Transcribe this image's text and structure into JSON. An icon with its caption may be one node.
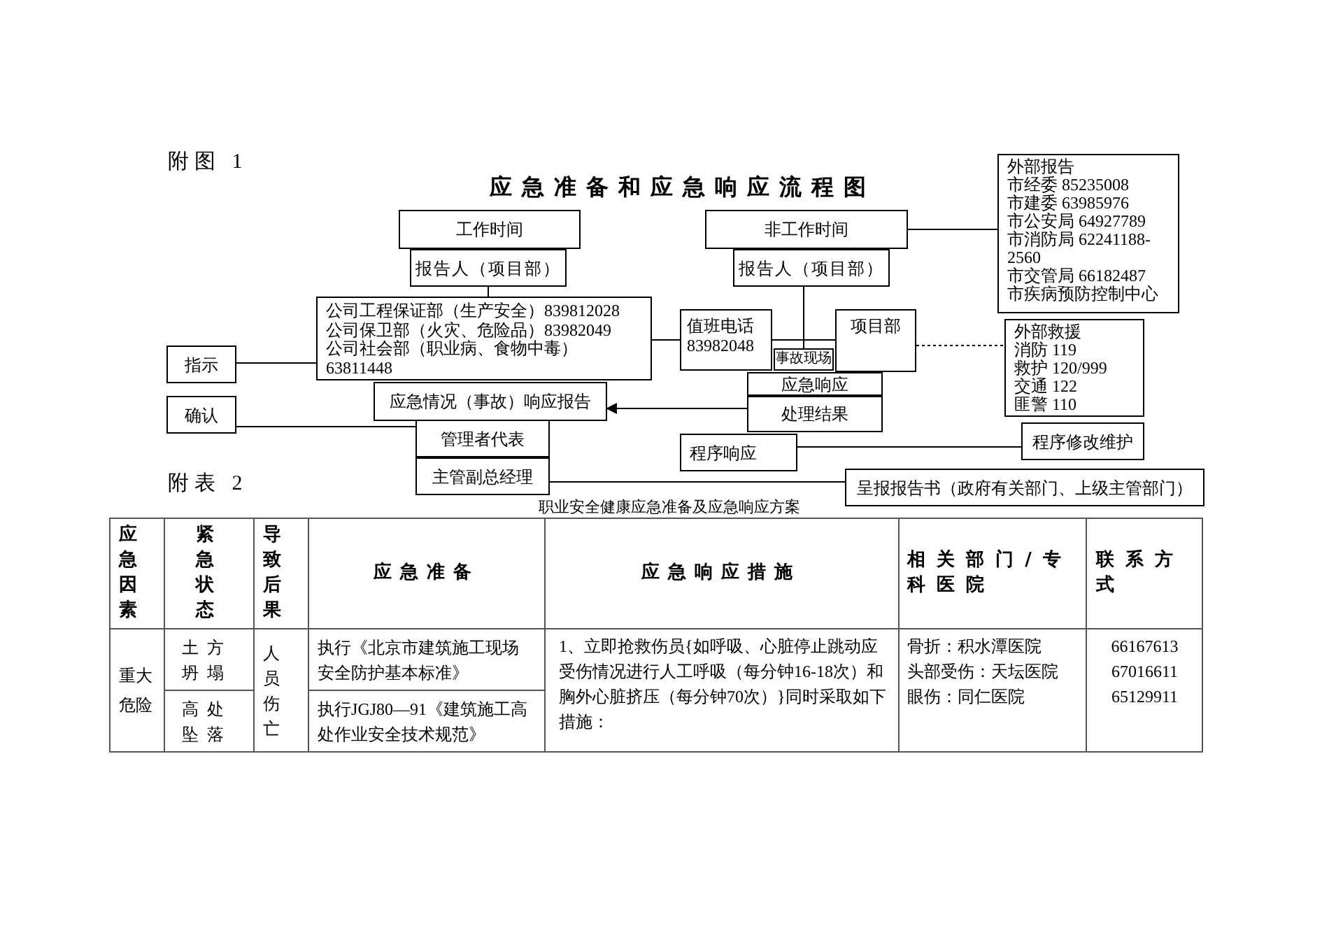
{
  "diagram": {
    "title": "应急准备和应急响应流程图",
    "nodes": [
      {
        "text": [
          "工作时间"
        ]
      },
      {
        "text": [
          "报告人（项目部）"
        ]
      },
      {
        "text": [
          "非工作时间"
        ]
      },
      {
        "text": [
          "报告人（项目部）"
        ]
      },
      {
        "text": [
          "外部报告",
          "市经委 85235008",
          "市建委 63985976",
          "市公安局 64927789",
          "市消防局 62241188-2560",
          "市交管局 66182487",
          "市疾病预防控制中心"
        ]
      },
      {
        "text": [
          "公司工程保证部（生产安全）839812028",
          "公司保卫部（火灾、危险品）83982049",
          "公司社会部（职业病、食物中毒）63811448"
        ]
      },
      {
        "text": [
          "值班电话 83982048"
        ]
      },
      {
        "text": [
          "项目部"
        ]
      },
      {
        "text": [
          "指示"
        ]
      },
      {
        "text": [
          "事故现场"
        ]
      },
      {
        "text": [
          "外部救援",
          "消防 119",
          "救护 120/999",
          "交通 122",
          "匪警 110"
        ]
      },
      {
        "text": [
          "确认"
        ]
      },
      {
        "text": [
          "应急情况（事故）响应报告"
        ]
      },
      {
        "text": [
          "应急响应"
        ]
      },
      {
        "text": [
          "处理结果"
        ]
      },
      {
        "text": [
          "管理者代表"
        ]
      },
      {
        "text": [
          "程序响应"
        ]
      },
      {
        "text": [
          "程序修改维护"
        ]
      },
      {
        "text": [
          "主管副总经理"
        ]
      },
      {
        "text": [
          "呈报报告书（政府有关部门、上级主管部门）"
        ]
      }
    ],
    "edges": [
      {
        "from": 1,
        "to": 5,
        "arrow": "none"
      },
      {
        "from": 2,
        "to": 4,
        "arrow": "none"
      },
      {
        "from": 5,
        "to": 6,
        "arrow": "none"
      },
      {
        "from": 6,
        "to": 7,
        "arrow": "none"
      },
      {
        "from": 3,
        "to": 9,
        "arrow": "none"
      },
      {
        "from": 14,
        "to": 12,
        "arrow": "to"
      },
      {
        "from": 7,
        "to": 10,
        "arrow": "none",
        "style": "dashed"
      },
      {
        "from": 16,
        "to": 17,
        "arrow": "none"
      },
      {
        "from": 15,
        "to": 11,
        "arrow": "none"
      },
      {
        "from": 5,
        "to": 8,
        "arrow": "none"
      },
      {
        "from": 18,
        "to": 19,
        "arrow": "none"
      }
    ],
    "labels": [
      "附图 1",
      "附表 2",
      "职业安全健康应急准备及应急响应方案",
      "应急因素",
      "紧急状态",
      "导致后果",
      "应急准备",
      "应急响应措施",
      "相关部门/专科医院",
      "联系方式",
      "重大危险",
      "土方坍塌",
      "人员伤亡",
      "执行《北京市建筑施工现场安全防护基本标准》",
      "1、立即抢救伤员{如呼吸、心脏停止跳动应受伤情况进行人工呼吸（每分钟16-18次）和胸外心脏挤压（每分钟70次）}同时采取如下措施：",
      "骨折：积水潭医院",
      "头部受伤：天坛医院",
      "眼伤：同仁医院",
      "66167613",
      "67016611",
      "65129911",
      "高处坠落",
      "执行JGJ80—91《建筑施工高处作业安全技术规范》"
    ]
  }
}
